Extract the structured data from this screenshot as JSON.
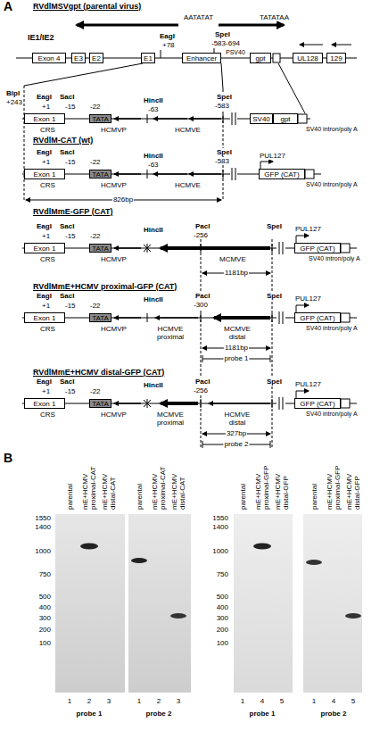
{
  "diagram": {
    "nodes": [
      {
        "text": [
          "Exon 4"
        ]
      },
      {
        "text": [
          "E3"
        ]
      },
      {
        "text": [
          "E2"
        ]
      },
      {
        "text": [
          "E1"
        ]
      },
      {
        "text": [
          "Enhancer"
        ]
      },
      {
        "text": [
          "gpt"
        ]
      },
      {
        "text": [
          "UL128"
        ]
      },
      {
        "text": [
          "129"
        ]
      },
      {
        "text": [
          "Exon 1"
        ]
      },
      {
        "text": [
          "TATA"
        ]
      },
      {
        "text": [
          "SV40"
        ]
      },
      {
        "text": [
          "gpt"
        ]
      },
      {
        "text": [
          "Exon 1"
        ]
      },
      {
        "text": [
          "TATA"
        ]
      },
      {
        "text": [
          "GFP (CAT)"
        ]
      },
      {
        "text": [
          "Exon 1"
        ]
      },
      {
        "text": [
          "TATA"
        ]
      },
      {
        "text": [
          "GFP (CAT)"
        ]
      },
      {
        "text": [
          "Exon 1"
        ]
      },
      {
        "text": [
          "TATA"
        ]
      },
      {
        "text": [
          "GFP (CAT)"
        ]
      },
      {
        "text": [
          "Exon 1"
        ]
      },
      {
        "text": [
          "TATA"
        ]
      },
      {
        "text": [
          "GFP (CAT)"
        ]
      }
    ],
    "labels": [
      "A",
      "RVdlMSVgpt (parental virus)",
      "AATATAT",
      "TATATAA",
      "IE1/IE2",
      "EagI",
      "+78",
      "SpeI",
      "-583-694",
      "PSV40",
      "BlpI",
      "+243",
      "EagI",
      "SacI",
      "+1",
      "-15",
      "-22",
      "HincII",
      "-63",
      "SpeI",
      "-583",
      "CRS",
      "HCMVP",
      "HCMVE",
      "SV40 intron/poly A",
      "RVdlM-CAT (wt)",
      "EagI",
      "SacI",
      "+1",
      "-15",
      "-22",
      "HincII",
      "-63",
      "SpeI",
      "-583",
      "CRS",
      "HCMVP",
      "HCMVE",
      "PUL127",
      "SV40 intron/poly A",
      "826bp",
      "RVdlMmE-GFP (CAT)",
      "EagI",
      "SacI",
      "+1",
      "-15",
      "-22",
      "HincII",
      "PacI",
      "-256",
      "SpeI",
      "CRS",
      "HCMVP",
      "MCMVE",
      "1181bp",
      "PUL127",
      "SV40 intron/poly A",
      "RVdlMmE+HCMV proximal-GFP (CAT)",
      "EagI",
      "SacI",
      "+1",
      "-15",
      "-22",
      "HincII",
      "PacI",
      "-300",
      "SpeI",
      "CRS",
      "HCMVP",
      "HCMVE proximal",
      "MCMVE distal",
      "1181bp",
      "probe 1",
      "PUL127",
      "SV40 intron/poly A",
      "RVdlMmE+HCMV distal-GFP (CAT)",
      "EagI",
      "SacI",
      "+1",
      "-15",
      "-22",
      "HincII",
      "PacI",
      "-256",
      "SpeI",
      "CRS",
      "HCMVP",
      "MCMVE proximal",
      "HCMVE distal",
      "327bp",
      "probe 2",
      "PUL127",
      "SV40 intron/poly A",
      "B",
      "parental",
      "mE+HCMV proximal-CAT",
      "mE+HCMV distal-CAT",
      "1550",
      "1400",
      "1000",
      "750",
      "500",
      "400",
      "300",
      "200",
      "100",
      "1",
      "2",
      "3",
      "probe 1",
      "parental",
      "mE+HCMV proximal-CAT",
      "mE+HCMV distal-CAT",
      "1",
      "2",
      "3",
      "probe 2",
      "parental",
      "mE+HCMV proximal-GFP",
      "mE+HCMV distal-GFP",
      "1550",
      "1400",
      "1000",
      "750",
      "500",
      "400",
      "300",
      "200",
      "100",
      "1",
      "4",
      "5",
      "probe 1",
      "parental",
      "mE+HCMV proximal-GFP",
      "mE+HCMV distal-GFP",
      "1",
      "4",
      "5",
      "probe 2"
    ]
  }
}
